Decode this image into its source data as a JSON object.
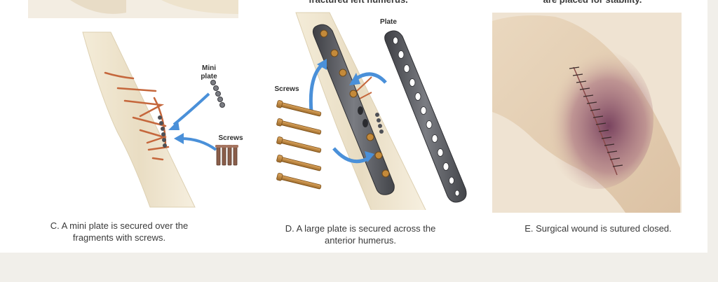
{
  "previous_row": {
    "left_caption": "fractured left humerus.",
    "right_caption": "are placed for stability."
  },
  "panels": [
    {
      "caption": "C. A mini plate is secured over the fragments with screws.",
      "labels": {
        "mini_plate": "Mini plate",
        "screws": "Screws"
      }
    },
    {
      "caption": "D. A large plate is secured across the anterior humerus.",
      "labels": {
        "plate": "Plate",
        "screws": "Screws"
      }
    },
    {
      "caption": "E. Surgical wound is sutured closed."
    }
  ],
  "colors": {
    "bone": "#ece3cd",
    "fracture": "#c5673c",
    "arrow": "#4a90d9",
    "plate": "#5a5c61",
    "screw": "#c48a3a",
    "skin": "#e6d2b8",
    "bruise": "#7a3f5e",
    "page_bg": "#f1efea"
  }
}
